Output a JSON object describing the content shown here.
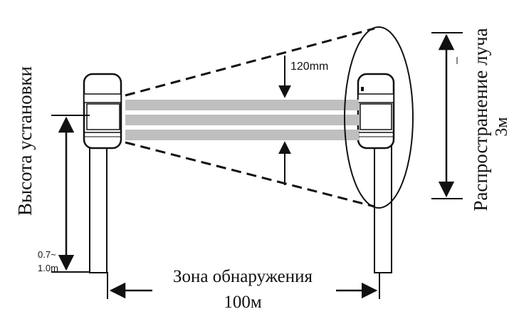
{
  "labels": {
    "mount_height": "Высота установки",
    "beam_spread": "Распространение луча",
    "beam_spread_value": "3м",
    "beam_gap": "120mm",
    "height_range_line1": "0.7~",
    "height_range_line2": "1.0m",
    "detection_zone": "Зона обнаружения",
    "detection_distance": "100м"
  },
  "icons": {
    "transmitter": "sensor-head-icon",
    "receiver": "sensor-head-icon"
  },
  "colors": {
    "line": "#111111",
    "beam": "#bfbfbf",
    "background": "#ffffff"
  }
}
